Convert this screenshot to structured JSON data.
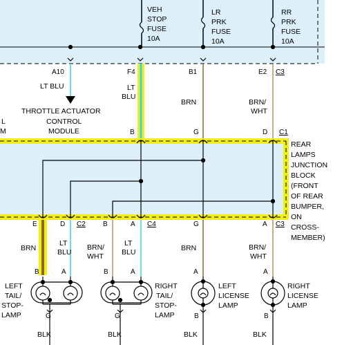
{
  "fuses": [
    {
      "name": "VEH",
      "l2": "STOP",
      "l3": "FUSE",
      "rating": "10A"
    },
    {
      "name": "LR",
      "l2": "PRK",
      "l3": "FUSE",
      "rating": "10A"
    },
    {
      "name": "RR",
      "l2": "PRK",
      "l3": "FUSE",
      "rating": "10A"
    }
  ],
  "top_pins": [
    "A10",
    "F4",
    "B1",
    "E2",
    "C3"
  ],
  "wires_upper": {
    "w1": "LT BLU",
    "w2a": "LT",
    "w2b": "BLU",
    "w3": "BRN",
    "w4a": "BRN/",
    "w4b": "WHT"
  },
  "tac_module": {
    "l1": "THROTTLE ACTUATOR",
    "l2": "CONTROL",
    "l3": "MODULE",
    "left1": "L",
    "left2": "M"
  },
  "tac_pins": [
    "B",
    "G",
    "D",
    "C1"
  ],
  "junction_block": [
    "REAR",
    "LAMPS",
    "JUNCTION",
    "BLOCK",
    "(FRONT",
    "OF REAR",
    "BUMPER,",
    "ON",
    "CROSS-",
    "MEMBER)"
  ],
  "jb_pins": {
    "p1": "E",
    "p2": "D",
    "c2": "C2",
    "p3": "B",
    "p4": "A",
    "c4": "C4",
    "p5": "G",
    "p6": "A",
    "c3": "C3"
  },
  "wires_lower": {
    "brn1": "BRN",
    "ltblu1a": "LT",
    "ltblu1b": "BLU",
    "brnwht1a": "BRN/",
    "brnwht1b": "WHT",
    "ltblu2a": "LT",
    "ltblu2b": "BLU",
    "brn2": "BRN",
    "brnwht2a": "BRN/",
    "brnwht2b": "WHT"
  },
  "lamp_pins": {
    "p1": "B",
    "p2": "A",
    "p3": "B",
    "p4": "A",
    "p5": "A",
    "p6": "A"
  },
  "lamps": [
    {
      "l1": "LEFT",
      "l2": "TAIL/",
      "l3": "STOP-",
      "l4": "LAMP"
    },
    {
      "l1": "RIGHT",
      "l2": "TAIL/",
      "l3": "STOP-",
      "l4": "LAMP"
    },
    {
      "l1": "LEFT",
      "l2": "LICENSE",
      "l3": "LAMP"
    },
    {
      "l1": "RIGHT",
      "l2": "LICENSE",
      "l3": "LAMP"
    }
  ],
  "ground_pins": [
    "G",
    "G",
    "B",
    "B"
  ],
  "ground_wires": [
    "BLK",
    "BLK",
    "BLK",
    "BLK"
  ],
  "colors": {
    "panel": "#ddf0f9",
    "highlight_yellow": "#f2ee1c",
    "wire_cyan": "#38d6e6",
    "wire_brn": "#8a6a2a",
    "wire_brnwht": "#a89560",
    "wire_ltblu": "#7ed8e2"
  }
}
